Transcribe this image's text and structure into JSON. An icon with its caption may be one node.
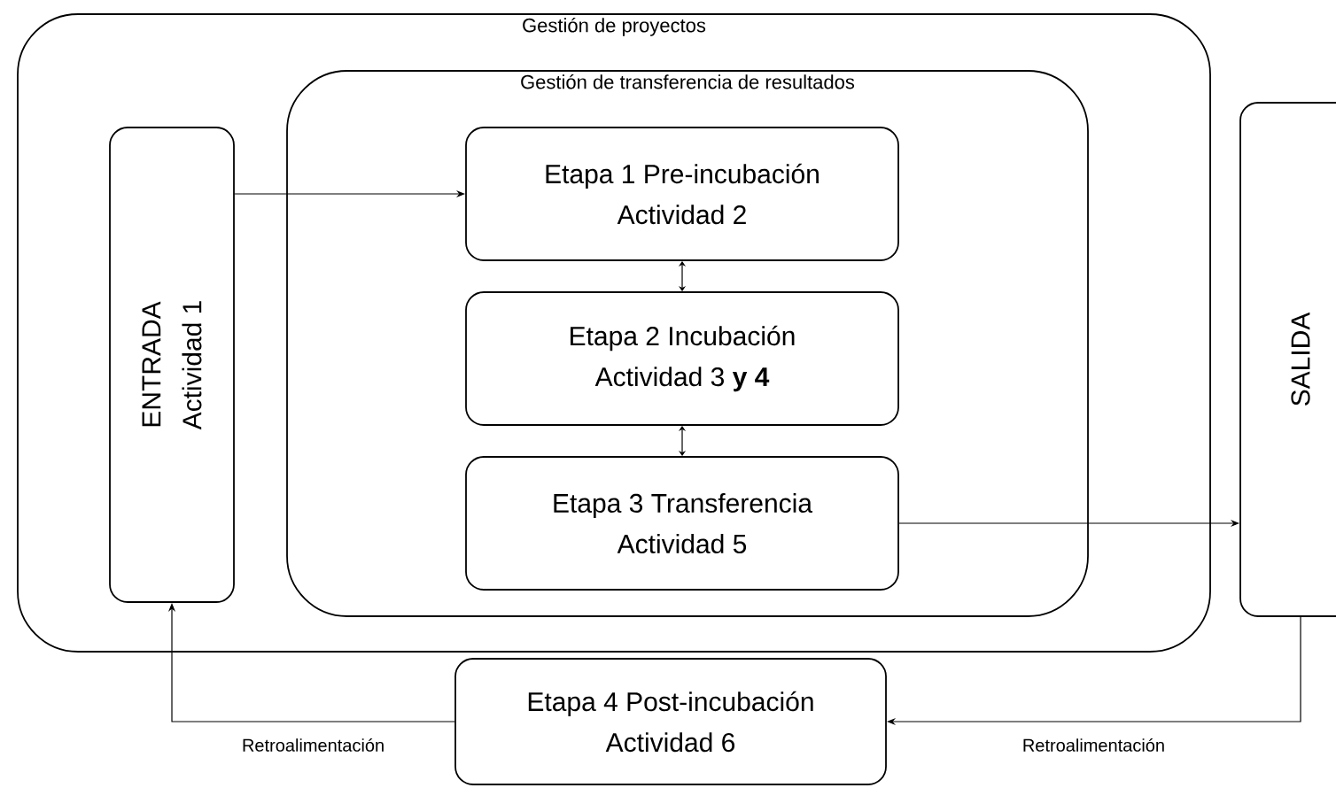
{
  "diagram": {
    "nodes": [
      {
        "text": [
          "Gestión de proyectos"
        ]
      },
      {
        "text": [
          "Gestión de transferencia de resultados"
        ],
        "in": 0
      },
      {
        "text": [
          "ENTRADA",
          "Actividad 1"
        ],
        "in": 0
      },
      {
        "text": [
          "Etapa 1 Pre-incubación",
          "Actividad 2"
        ],
        "in": 1
      },
      {
        "text": [
          "Etapa 2 Incubación",
          "Actividad 3 **y 4**"
        ],
        "in": 1
      },
      {
        "text": [
          "Etapa 3 Transferencia",
          "Actividad 5"
        ],
        "in": 1
      },
      {
        "text": [
          "SALIDA"
        ]
      },
      {
        "text": [
          "Etapa 4 Post-incubación",
          "Actividad 6"
        ]
      }
    ],
    "edges": [
      {
        "from": 2,
        "to": 3,
        "arrow": "to"
      },
      {
        "from": 3,
        "to": 4,
        "arrow": "both"
      },
      {
        "from": 4,
        "to": 5,
        "arrow": "both"
      },
      {
        "from": 5,
        "to": 6,
        "arrow": "to"
      },
      {
        "from": 6,
        "to": 7,
        "arrow": "to",
        "label": "Retroalimentación"
      },
      {
        "from": 7,
        "to": 2,
        "arrow": "to",
        "label": "Retroalimentación"
      }
    ]
  }
}
